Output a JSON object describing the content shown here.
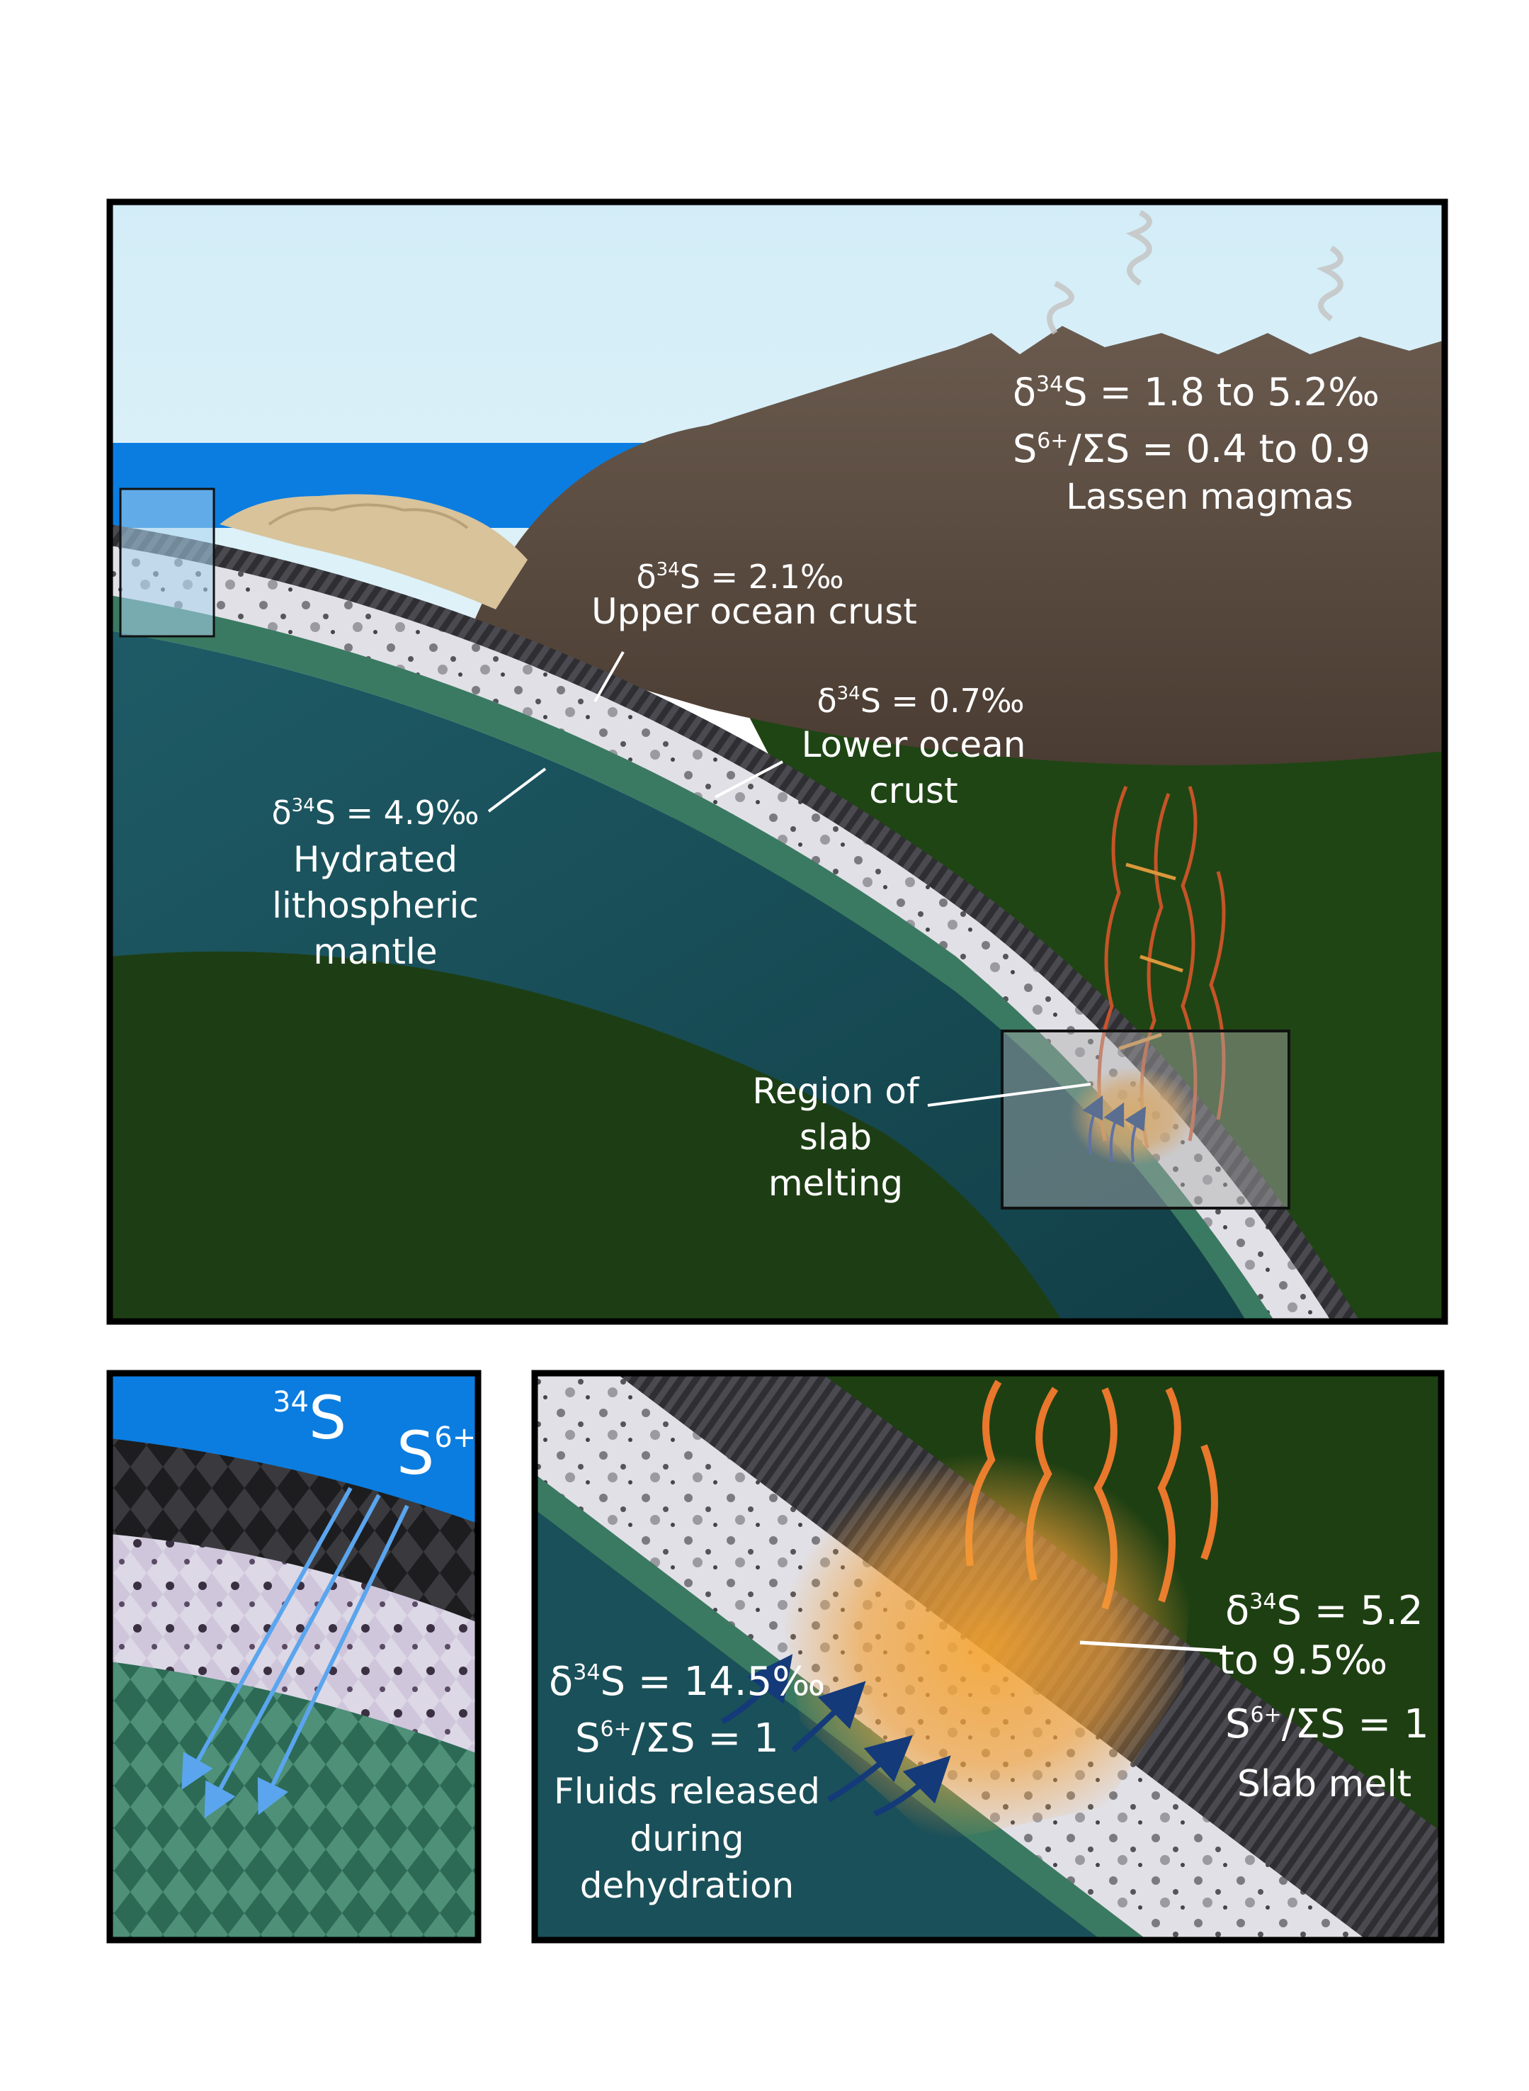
{
  "main_panel": {
    "magma_label": {
      "delta_prefix": "δ",
      "delta_iso": "34",
      "delta_value": "S = 1.8 to 5.2‰",
      "ratio_s": "S",
      "ratio_ox": "6+",
      "ratio_value": "/ΣS = 0.4 to 0.9",
      "name": "Lassen magmas"
    },
    "upper_crust": {
      "delta_prefix": "δ",
      "delta_iso": "34",
      "delta_value": "S = 2.1‰",
      "name": "Upper ocean crust"
    },
    "lower_crust": {
      "delta_prefix": "δ",
      "delta_iso": "34",
      "delta_value": "S = 0.7‰",
      "name_line1": "Lower ocean",
      "name_line2": "crust"
    },
    "mantle": {
      "delta_prefix": "δ",
      "delta_iso": "34",
      "delta_value": "S = 4.9‰",
      "name_line1": "Hydrated",
      "name_line2": "lithospheric",
      "name_line3": "mantle"
    },
    "slab_melting": {
      "line1": "Region of",
      "line2": "slab",
      "line3": "melting"
    }
  },
  "inset_left": {
    "isotope_mass": "34",
    "isotope_symbol": "S",
    "species_symbol": "S",
    "species_charge": "6+"
  },
  "inset_right": {
    "fluid": {
      "delta_prefix": "δ",
      "delta_iso": "34",
      "delta_value": "S = 14.5‰",
      "ratio_s": "S",
      "ratio_ox": "6+",
      "ratio_value": "/ΣS = 1",
      "line1": "Fluids released",
      "line2": "during",
      "line3": "dehydration"
    },
    "melt": {
      "delta_prefix": "δ",
      "delta_iso": "34",
      "delta_value": "S = 5.2",
      "delta_value2": "to 9.5‰",
      "ratio_s": "S",
      "ratio_ox": "6+",
      "ratio_value": "/ΣS = 1",
      "name": "Slab melt"
    }
  },
  "colors": {
    "sky": "#d4eef7",
    "ocean": "#0b7de0",
    "volcano": "#5a4a3e",
    "deep_green": "#1c3d12",
    "mantle_teal": "#1a5059",
    "crust_light": "#dcdbe2",
    "crust_green": "#3a7a62",
    "melt_orange": "#f5a42c",
    "arrow_blue": "#5aa5ee"
  }
}
